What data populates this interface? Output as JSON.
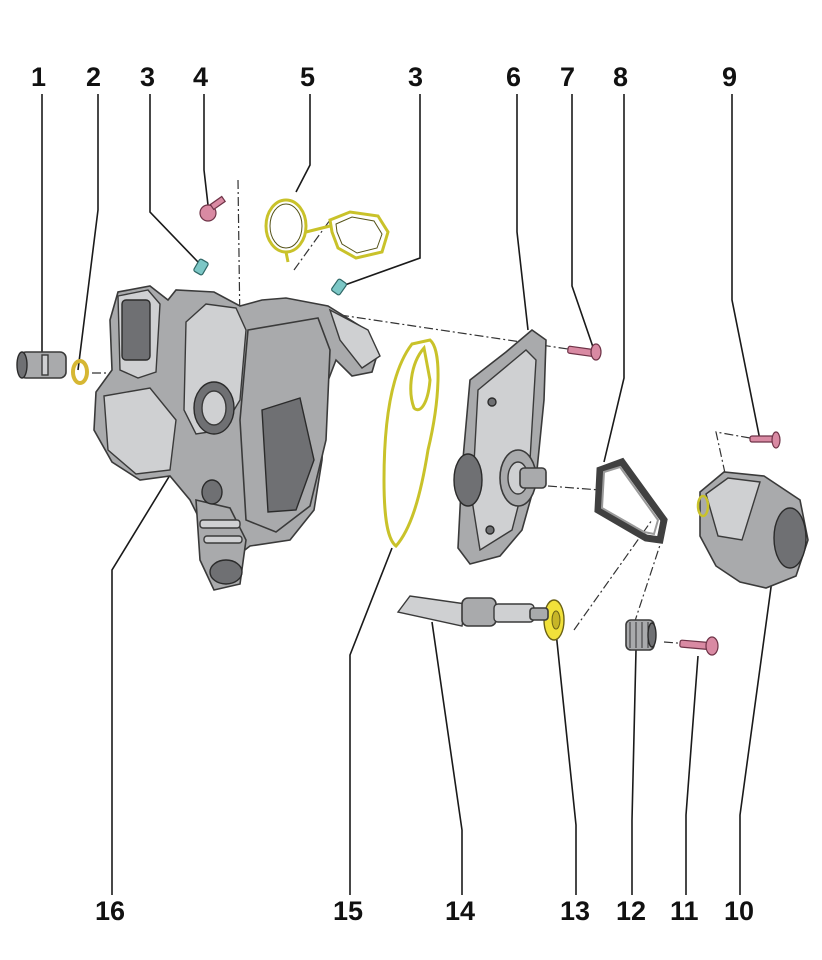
{
  "callouts_top": [
    "1",
    "2",
    "3",
    "4",
    "5",
    "3",
    "6",
    "7",
    "8",
    "9"
  ],
  "callouts_bottom": [
    "16",
    "15",
    "14",
    "13",
    "12",
    "11",
    "10"
  ],
  "colors": {
    "housing": "#a9aaac",
    "gasket": "#c9c22a",
    "bolt_pink": "#d98aa3",
    "bolt_teal": "#7cc7c6",
    "seal_yellow": "#f1e13a"
  }
}
